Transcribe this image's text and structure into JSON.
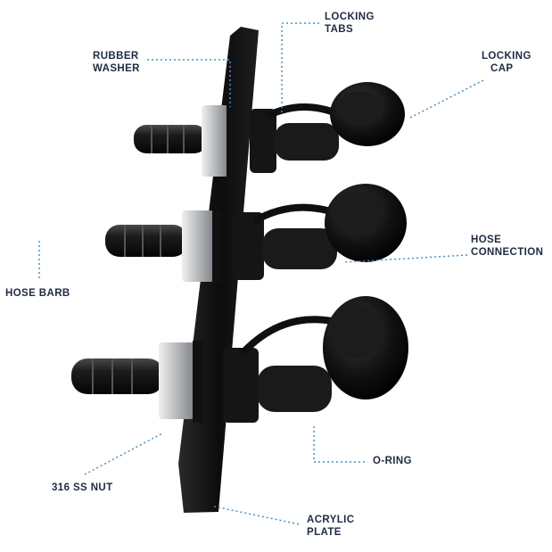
{
  "labels": {
    "locking_tabs": [
      "LOCKING",
      "TABS"
    ],
    "rubber_washer": [
      "RUBBER",
      "WASHER"
    ],
    "locking_cap": [
      "LOCKING",
      "CAP"
    ],
    "hose_connection": [
      "HOSE",
      "CONNECTION"
    ],
    "hose_barb": [
      "HOSE BARB"
    ],
    "o_ring": [
      "O-RING"
    ],
    "ss_nut": [
      "316 SS NUT"
    ],
    "acrylic_plate": [
      "ACRYLIC",
      "PLATE"
    ]
  },
  "colors": {
    "text": "#1f2a44",
    "leader": "#4a90c8",
    "plate": "#111111",
    "fitting": "#1a1a1a",
    "nut": "#c9cbce"
  }
}
